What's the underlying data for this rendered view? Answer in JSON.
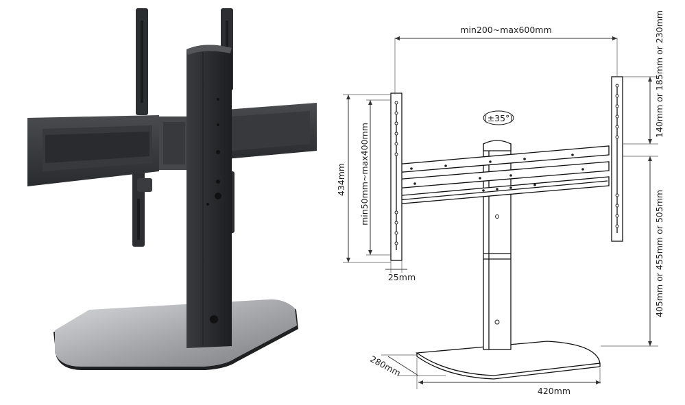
{
  "dimensions": {
    "width_range": "min200~max600mm",
    "tilt": "(±35°)",
    "total_height": "434mm",
    "vesa_height": "min50mm~max400mm",
    "bracket_depth": "25mm",
    "top_offset": "140mm or 185mm or 230mm",
    "column_height": "405mm or 455mm or 505mm",
    "base_depth": "280mm",
    "base_width": "420mm"
  },
  "colors": {
    "stand_dark": "#2f3033",
    "base_metal": "#a8a9ad",
    "line": "#111111"
  }
}
